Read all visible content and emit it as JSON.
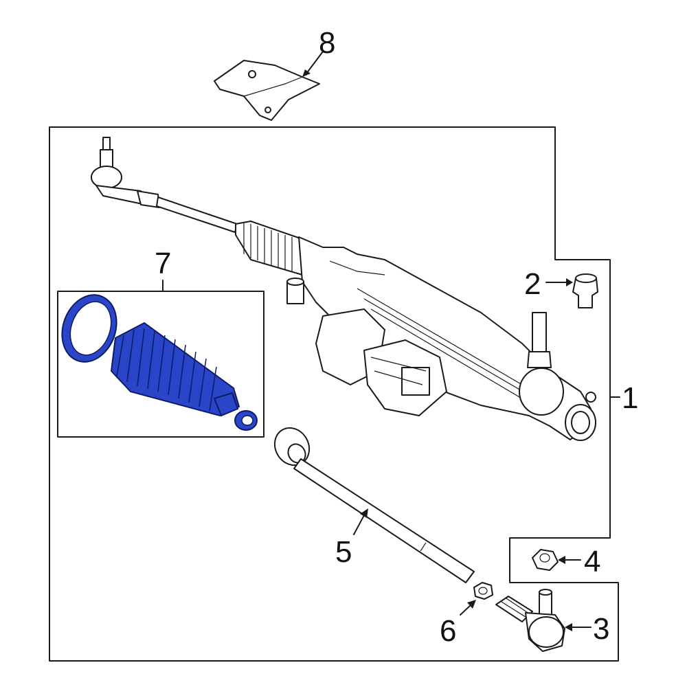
{
  "callouts": {
    "c1": "1",
    "c2": "2",
    "c3": "3",
    "c4": "4",
    "c5": "5",
    "c6": "6",
    "c7": "7",
    "c8": "8"
  },
  "colors": {
    "highlight": "#2b45c9",
    "outline": "#1a1a1a",
    "background": "#ffffff"
  }
}
